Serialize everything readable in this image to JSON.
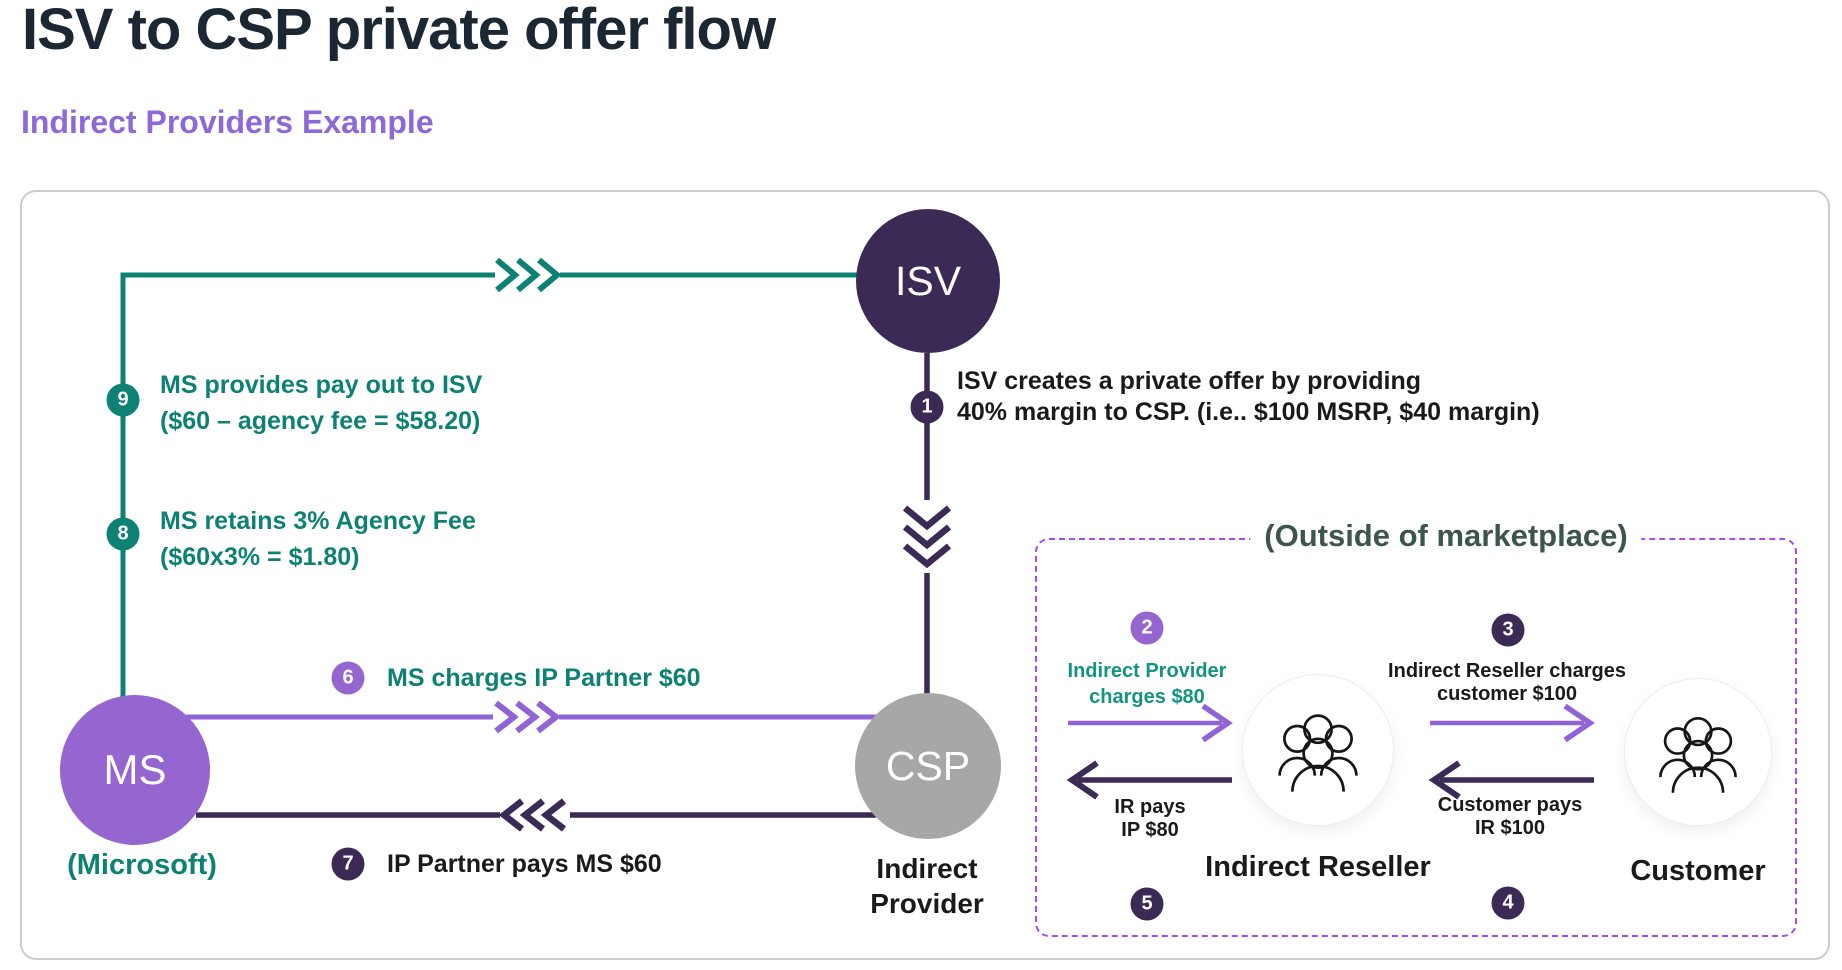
{
  "page": {
    "title": "ISV to CSP private offer flow",
    "subtitle": "Indirect Providers Example"
  },
  "colors": {
    "teal": "#0d8173",
    "teal_bright": "#12947f",
    "purple": "#9164d6",
    "purple_mid": "#9565d0",
    "purple_dark": "#3a2a55",
    "gray_node": "#a7a7a7",
    "box_border": "#a44cf3",
    "title_color": "#1b2733",
    "subtitle_color": "#8d68d8",
    "outside_title_color": "#3c554d",
    "text_dark": "#1a1a1a",
    "panel_border": "#c9cdd1"
  },
  "nodes": {
    "isv": {
      "label": "ISV"
    },
    "ms": {
      "label": "MS",
      "caption": "(Microsoft)"
    },
    "csp": {
      "label": "CSP",
      "caption_line1": "Indirect",
      "caption_line2": "Provider"
    }
  },
  "steps": {
    "s1": {
      "num": "1",
      "line1": "ISV creates a private offer by providing",
      "line2": "40% margin to CSP. (i.e.. $100 MSRP, $40 margin)"
    },
    "s6": {
      "num": "6",
      "text": "MS charges IP Partner $60"
    },
    "s7": {
      "num": "7",
      "text": "IP Partner pays MS $60"
    },
    "s8": {
      "num": "8",
      "line1": "MS retains 3% Agency Fee",
      "line2": "($60x3% = $1.80)"
    },
    "s9": {
      "num": "9",
      "line1": "MS provides pay out to ISV",
      "line2": "($60 – agency fee = $58.20)"
    }
  },
  "outside_box": {
    "title": "(Outside of marketplace)",
    "s2": {
      "num": "2",
      "line1": "Indirect Provider",
      "line2": "charges $80"
    },
    "s3": {
      "num": "3",
      "line1": "Indirect Reseller charges",
      "line2": "customer $100"
    },
    "s4": {
      "num": "4"
    },
    "s5": {
      "num": "5"
    },
    "ir_pays": {
      "line1": "IR pays",
      "line2": "IP $80"
    },
    "customer_pays": {
      "line1": "Customer pays",
      "line2": "IR $100"
    },
    "reseller_label": "Indirect Reseller",
    "customer_label": "Customer"
  }
}
